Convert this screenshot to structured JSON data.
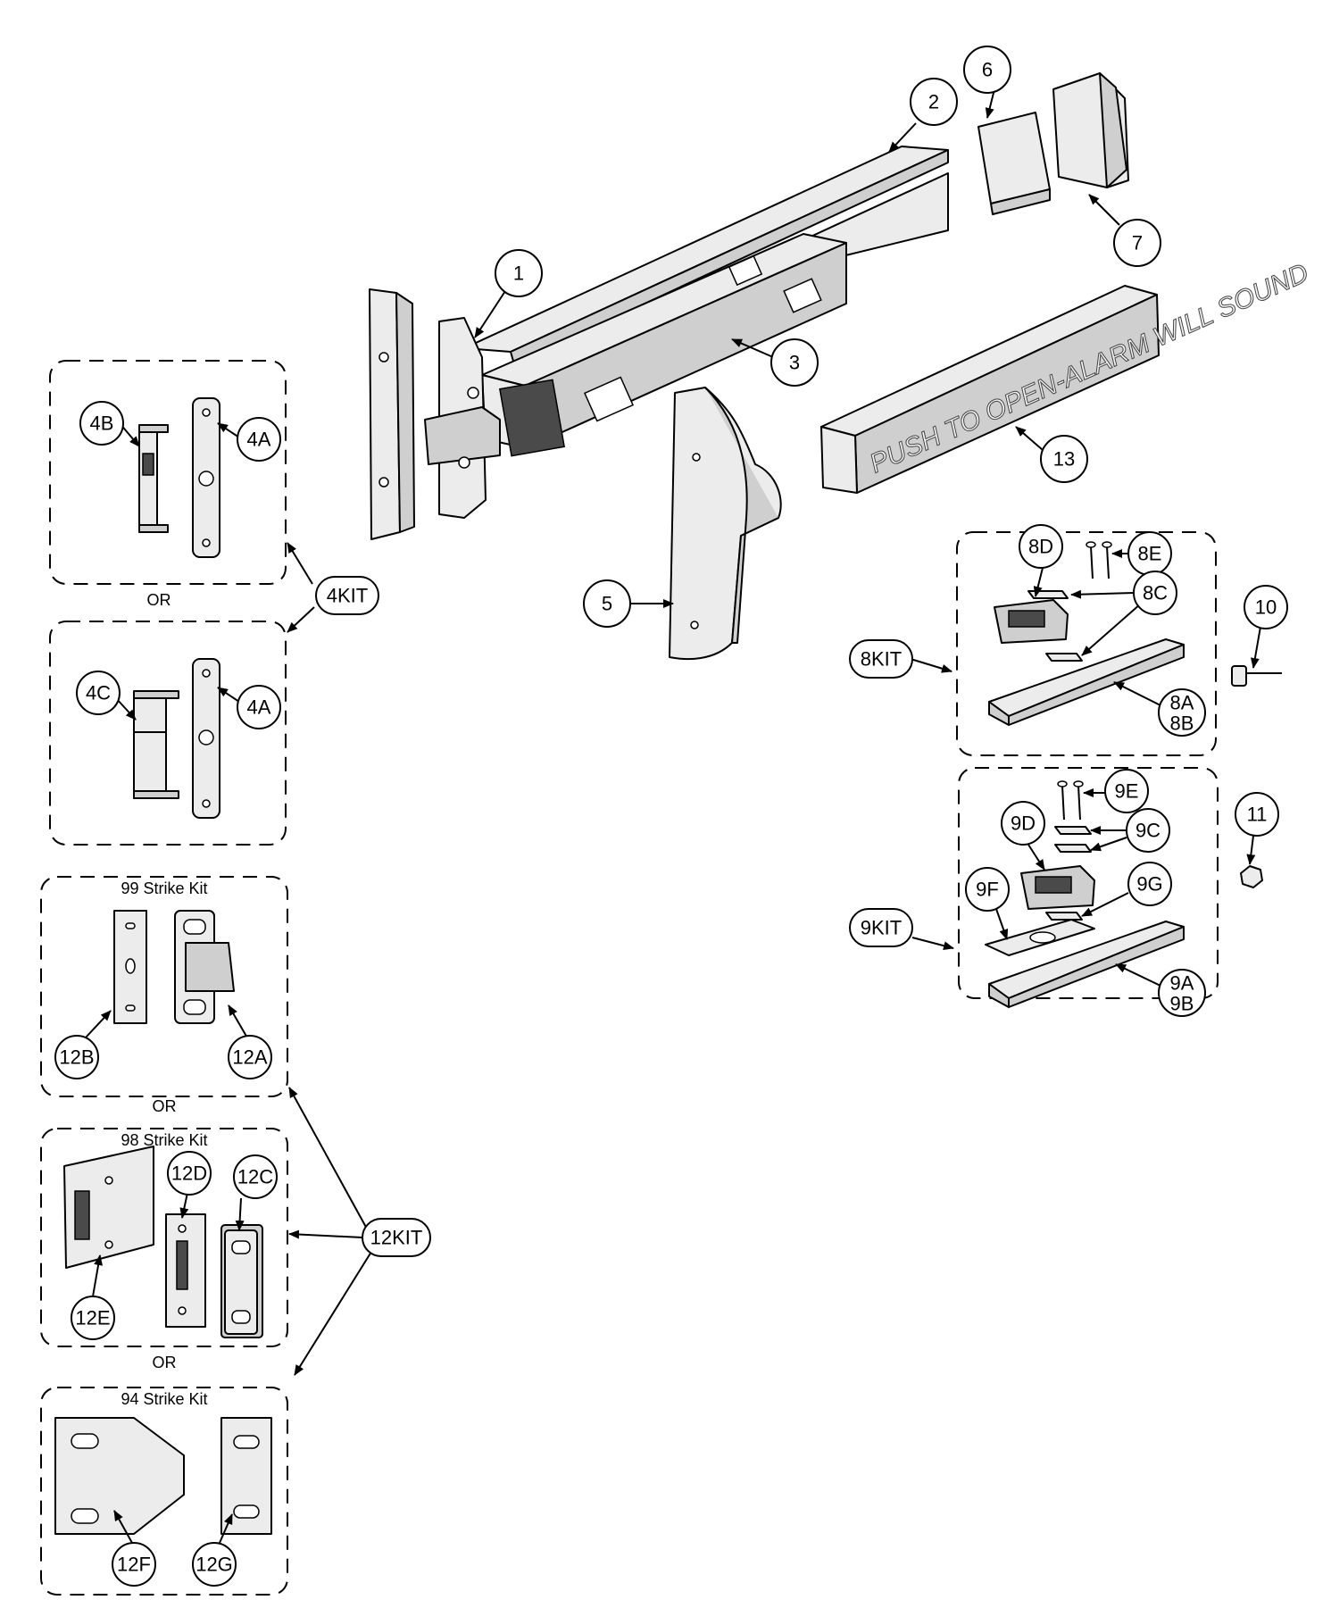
{
  "callouts": {
    "c1": "1",
    "c2": "2",
    "c3": "3",
    "c4A_top": "4A",
    "c4B": "4B",
    "c4A_bottom": "4A",
    "c4C": "4C",
    "c5": "5",
    "c6": "6",
    "c7": "7",
    "c8A8B": [
      "8A",
      "8B"
    ],
    "c8C": "8C",
    "c8D": "8D",
    "c8E": "8E",
    "c9A9B": [
      "9A",
      "9B"
    ],
    "c9C": "9C",
    "c9D": "9D",
    "c9E": "9E",
    "c9F": "9F",
    "c9G": "9G",
    "c10": "10",
    "c11": "11",
    "c12A": "12A",
    "c12B": "12B",
    "c12C": "12C",
    "c12D": "12D",
    "c12E": "12E",
    "c12F": "12F",
    "c12G": "12G",
    "c13": "13"
  },
  "kits": {
    "k4": "4KIT",
    "k8": "8KIT",
    "k9": "9KIT",
    "k12": "12KIT"
  },
  "captions": {
    "or1": "OR",
    "or2": "OR",
    "or3": "OR",
    "strike99": "99 Strike Kit",
    "strike98": "98 Strike Kit",
    "strike94": "94 Strike Kit"
  },
  "bar_text": "PUSH TO OPEN-ALARM WILL SOUND"
}
